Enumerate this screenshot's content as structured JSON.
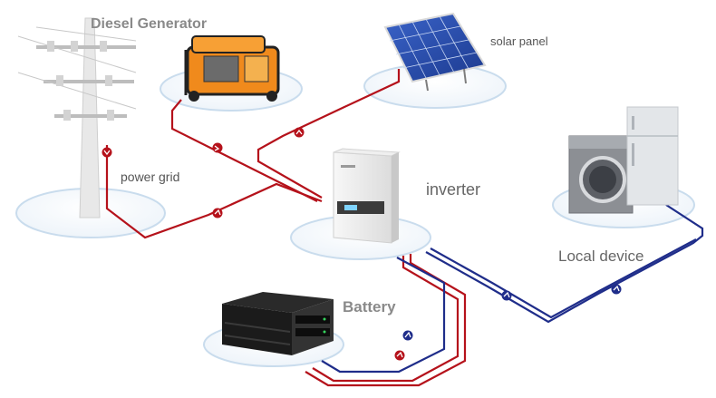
{
  "labels": {
    "diesel_generator": "Diesel Generator",
    "solar_panel": "solar panel",
    "power_grid": "power grid",
    "inverter": "inverter",
    "local_device": "Local device",
    "battery": "Battery"
  },
  "colors": {
    "ac_line": "#b5121b",
    "dc_line": "#1f2d8a",
    "platform_stroke": "#c9dced",
    "label_text": "#555555"
  },
  "icons": [
    "power-pole-icon",
    "generator-icon",
    "solar-panel-icon",
    "inverter-icon",
    "washer-icon",
    "fridge-icon",
    "battery-rack-icon"
  ]
}
